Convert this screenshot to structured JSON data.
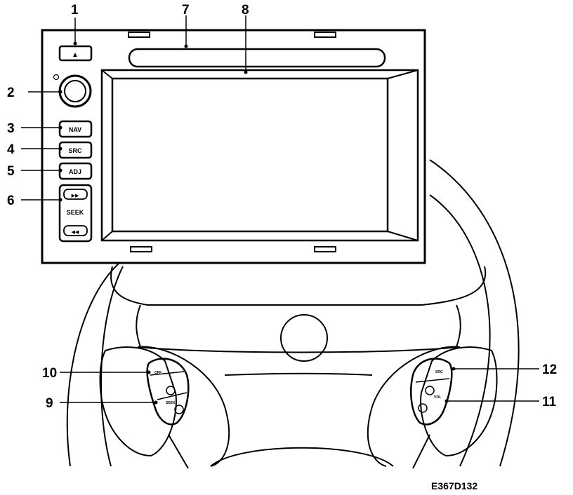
{
  "callouts": [
    "1",
    "2",
    "3",
    "4",
    "5",
    "6",
    "7",
    "8",
    "9",
    "10",
    "11",
    "12"
  ],
  "buttons": {
    "nav": "NAV",
    "src": "SRC",
    "adj": "ADJ",
    "seek": "SEEK",
    "eject_symbol": "▲",
    "seek_up_symbol": "▶▶",
    "seek_down_symbol": "◀◀"
  },
  "steering_left": {
    "top_label": "OFF",
    "bottom_label": "SEEK"
  },
  "steering_right": {
    "top_label": "SRC",
    "bottom_label": "VOL"
  },
  "reference_code": "E367D132"
}
